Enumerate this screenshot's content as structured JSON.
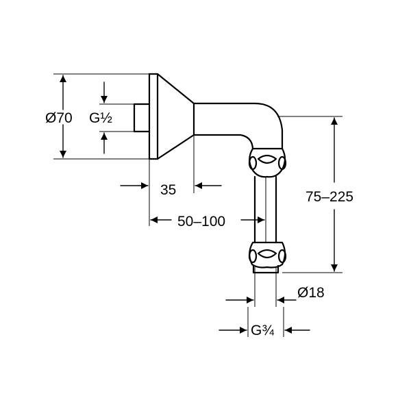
{
  "dimensions": {
    "body_diameter": "Ø70",
    "inlet_thread": "G½",
    "flange_depth": "35",
    "projection": "50–100",
    "height_range": "75–225",
    "pipe_diameter": "Ø18",
    "outlet_thread": "G¾"
  }
}
